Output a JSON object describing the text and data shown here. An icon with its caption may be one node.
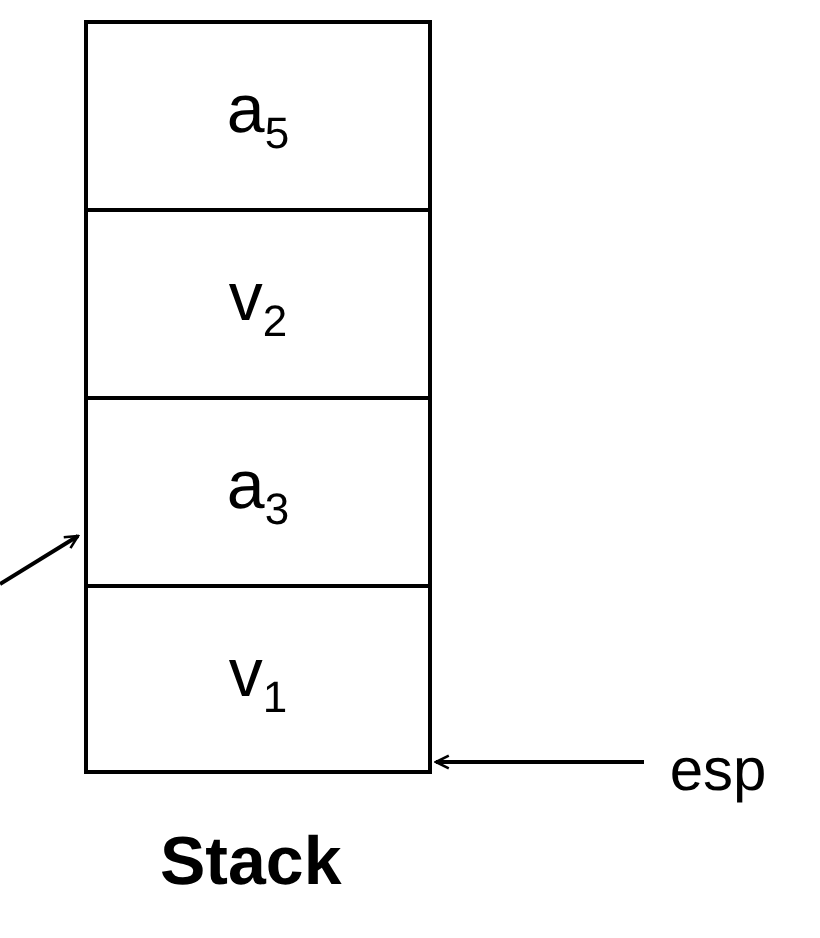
{
  "diagram": {
    "nodes": [
      {
        "text": [
          "a$_{5}$"
        ]
      },
      {
        "text": [
          "v$_{2}$"
        ]
      },
      {
        "text": [
          "a$_{3}$"
        ]
      },
      {
        "text": [
          "v$_{1}$"
        ]
      },
      {
        "text": [
          "esp"
        ]
      }
    ],
    "edges": [
      {
        "from": 4,
        "to": 3,
        "arrow": "to"
      },
      {
        "from": null,
        "to": 2,
        "arrow": "to"
      }
    ],
    "labels": [
      "Stack"
    ]
  }
}
